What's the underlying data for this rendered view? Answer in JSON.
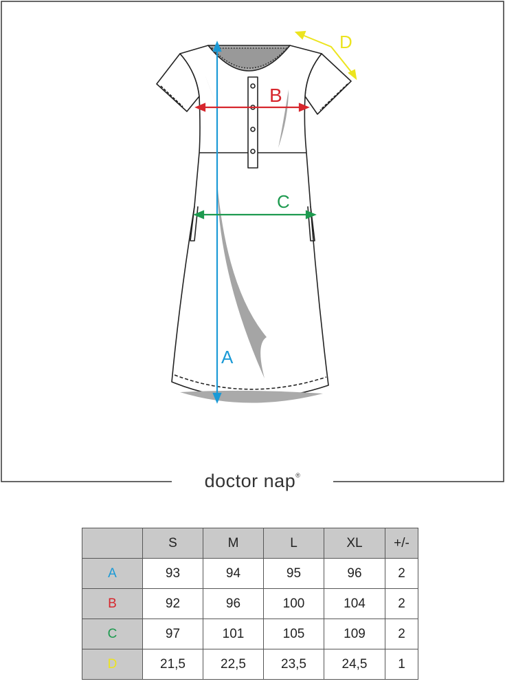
{
  "brand": {
    "name": "doctor nap",
    "mark": "®"
  },
  "diagram": {
    "labels": [
      {
        "key": "A",
        "color": "#1b9ad6"
      },
      {
        "key": "B",
        "color": "#d7262d"
      },
      {
        "key": "C",
        "color": "#1d9a4f"
      },
      {
        "key": "D",
        "color": "#ece41f"
      }
    ]
  },
  "size_table": {
    "header": [
      "",
      "S",
      "M",
      "L",
      "XL",
      "+/-"
    ],
    "rows": [
      {
        "label": "A",
        "color": "#1b9ad6",
        "values": [
          "93",
          "94",
          "95",
          "96",
          "2"
        ]
      },
      {
        "label": "B",
        "color": "#d7262d",
        "values": [
          "92",
          "96",
          "100",
          "104",
          "2"
        ]
      },
      {
        "label": "C",
        "color": "#1d9a4f",
        "values": [
          "97",
          "101",
          "105",
          "109",
          "2"
        ]
      },
      {
        "label": "D",
        "color": "#ece41f",
        "values": [
          "21,5",
          "22,5",
          "23,5",
          "24,5",
          "1"
        ]
      }
    ]
  }
}
